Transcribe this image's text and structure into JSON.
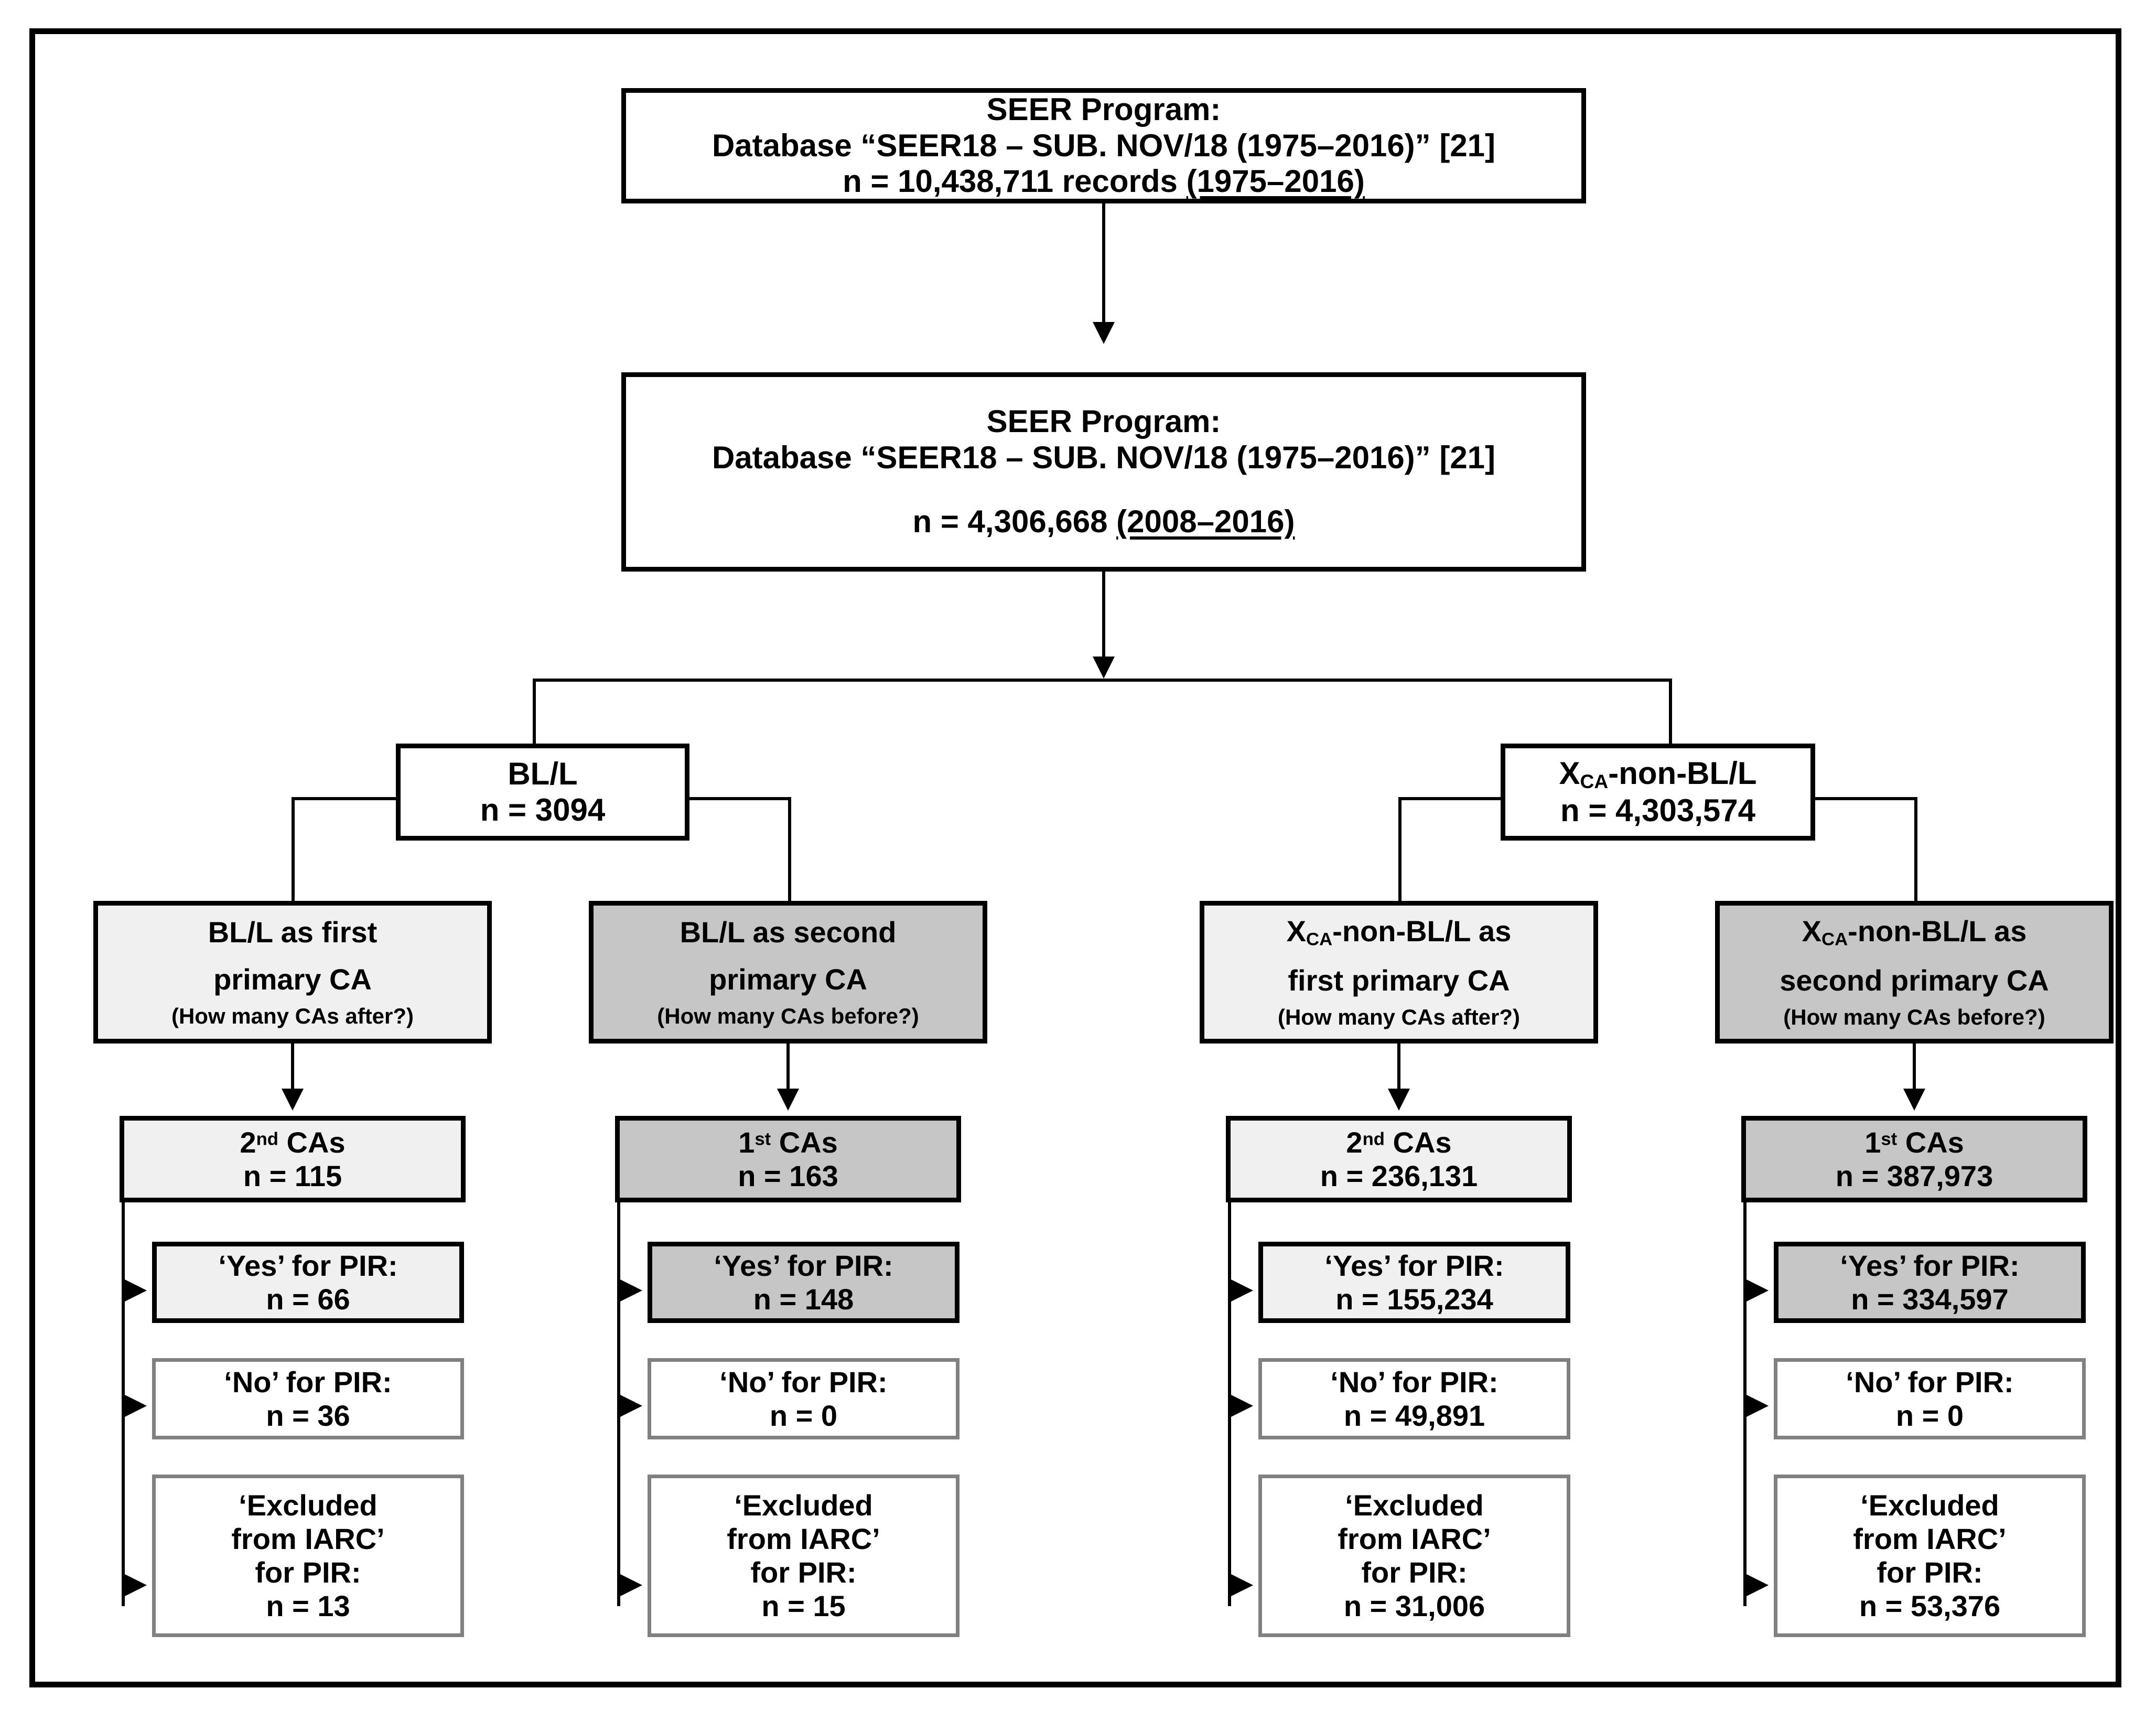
{
  "diagram": {
    "title": "SEER Program record selection flowchart",
    "colors": {
      "frame": "#000000",
      "light_fill": "#f0f0f0",
      "dark_fill": "#c6c6c6",
      "white_fill": "#ffffff",
      "gray_border": "#808080",
      "black_border": "#000000"
    }
  },
  "nodes": {
    "source_all": {
      "line1": "SEER Program:",
      "line2": "Database “SEER18 – SUB. NOV/18 (1975–2016)” [21]",
      "line3_prefix": "n = 10,438,711 records ",
      "line3_underlined": "(1975–2016)"
    },
    "source_filtered": {
      "line1": "SEER Program:",
      "line2": "Database “SEER18 – SUB. NOV/18 (1975–2016)” [21]",
      "line3_prefix": "n = 4,306,668 ",
      "line3_underlined": "(2008–2016)"
    },
    "bll": {
      "label": "BL/L",
      "count": "n = 3094"
    },
    "xca": {
      "label_pre": "X",
      "label_sub": "CA",
      "label_post": "-non-BL/L",
      "count": "n = 4,303,574"
    },
    "bll_first": {
      "line1": "BL/L as first",
      "line2": "primary CA",
      "line3": "(How many CAs after?)"
    },
    "bll_second": {
      "line1": "BL/L as second",
      "line2": "primary CA",
      "line3": "(How many CAs before?)"
    },
    "xca_first": {
      "line1_pre": "X",
      "line1_sub": "CA",
      "line1_post": "-non-BL/L as",
      "line2": "first primary CA",
      "line3": "(How many CAs after?)"
    },
    "xca_second": {
      "line1_pre": "X",
      "line1_sub": "CA",
      "line1_post": "-non-BL/L as",
      "line2": "second primary CA",
      "line3": "(How many CAs before?)"
    }
  },
  "columns": [
    {
      "key": "bll_first_col",
      "ca_header_pre": "2",
      "ca_header_sup": "nd",
      "ca_header_post": " CAs",
      "ca_count": "n = 115",
      "shade": "light",
      "outcomes": [
        {
          "label": "‘Yes’ for PIR:",
          "count": "n = 66",
          "shade": "light",
          "border": "black"
        },
        {
          "label": "‘No’ for PIR:",
          "count": "n = 36",
          "shade": "white",
          "border": "gray"
        },
        {
          "label_l1": "‘Excluded",
          "label_l2": "from IARC’",
          "label_l3": "for PIR:",
          "count": "n = 13",
          "shade": "white",
          "border": "gray"
        }
      ]
    },
    {
      "key": "bll_second_col",
      "ca_header_pre": "1",
      "ca_header_sup": "st",
      "ca_header_post": " CAs",
      "ca_count": "n = 163",
      "shade": "dark",
      "outcomes": [
        {
          "label": "‘Yes’ for PIR:",
          "count": "n = 148",
          "shade": "dark",
          "border": "black"
        },
        {
          "label": "‘No’ for PIR:",
          "count": "n = 0",
          "shade": "white",
          "border": "gray"
        },
        {
          "label_l1": "‘Excluded",
          "label_l2": "from IARC’",
          "label_l3": "for PIR:",
          "count": "n = 15",
          "shade": "white",
          "border": "gray"
        }
      ]
    },
    {
      "key": "xca_first_col",
      "ca_header_pre": "2",
      "ca_header_sup": "nd",
      "ca_header_post": " CAs",
      "ca_count": "n = 236,131",
      "shade": "light",
      "outcomes": [
        {
          "label": "‘Yes’ for PIR:",
          "count": "n = 155,234",
          "shade": "light",
          "border": "black"
        },
        {
          "label": "‘No’ for PIR:",
          "count": "n = 49,891",
          "shade": "white",
          "border": "gray"
        },
        {
          "label_l1": "‘Excluded",
          "label_l2": "from IARC’",
          "label_l3": "for PIR:",
          "count": "n = 31,006",
          "shade": "white",
          "border": "gray"
        }
      ]
    },
    {
      "key": "xca_second_col",
      "ca_header_pre": "1",
      "ca_header_sup": "st",
      "ca_header_post": " CAs",
      "ca_count": "n = 387,973",
      "shade": "dark",
      "outcomes": [
        {
          "label": "‘Yes’ for PIR:",
          "count": "n = 334,597",
          "shade": "dark",
          "border": "black"
        },
        {
          "label": "‘No’ for PIR:",
          "count": "n = 0",
          "shade": "white",
          "border": "gray"
        },
        {
          "label_l1": "‘Excluded",
          "label_l2": "from IARC’",
          "label_l3": "for PIR:",
          "count": "n = 53,376",
          "shade": "white",
          "border": "gray"
        }
      ]
    }
  ]
}
